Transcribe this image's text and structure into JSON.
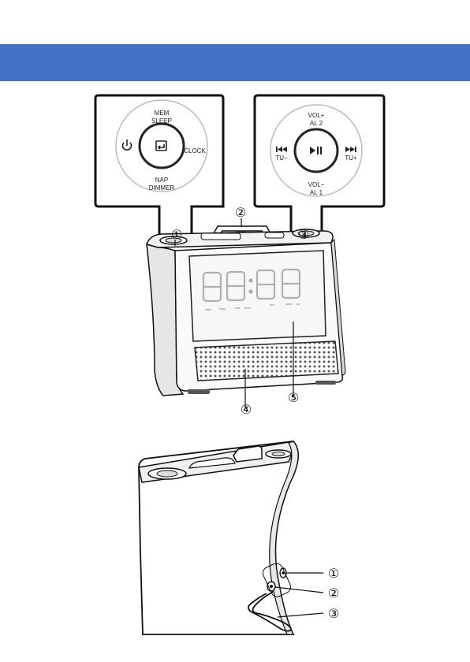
{
  "header": {
    "color": "#4472c4"
  },
  "front_view": {
    "left_panel": {
      "top_label_1": "MEM",
      "top_label_2": "SLEEP",
      "left_icon": "power-icon",
      "center_icon": "enter-icon",
      "right_label": "CLOCK",
      "bottom_label_1": "NAP",
      "bottom_label_2": "DIMMER"
    },
    "right_panel": {
      "top_label_1": "VOL+",
      "top_label_2": "AL 2",
      "left_icon": "previous-track-icon",
      "left_label": "TU−",
      "center_icon": "play-pause-icon",
      "right_icon": "next-track-icon",
      "right_label": "TU+",
      "bottom_label_1": "VOL−",
      "bottom_label_2": "AL 1"
    },
    "callouts": [
      "①",
      "②",
      "③",
      "④",
      "⑤"
    ],
    "display_digits": "88:88"
  },
  "side_view": {
    "callouts": [
      "①",
      "②",
      "③"
    ]
  }
}
